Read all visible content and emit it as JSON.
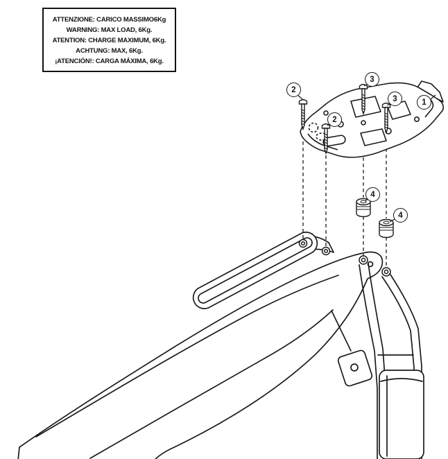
{
  "colors": {
    "ink": "#1a1a1a",
    "paper": "#ffffff"
  },
  "warning_box": {
    "lines": [
      "ATTENZIONE: CARICO MASSIMO6Kg",
      "WARNING: MAX LOAD, 6Kg.",
      "ATENTION: CHARGE MAXIMUM, 6Kg.",
      "ACHTUNG: MAX, 6Kg.",
      "¡ATENCIÓN!: CARGA MÁXIMA, 6Kg."
    ]
  },
  "diagram": {
    "callouts": [
      {
        "part": "screw-front-left",
        "label": "2"
      },
      {
        "part": "screw-rear-top",
        "label": "3"
      },
      {
        "part": "screw-rear-right",
        "label": "3"
      },
      {
        "part": "rack-plate",
        "label": "1"
      },
      {
        "part": "screw-front-right",
        "label": "2"
      },
      {
        "part": "spacer-front",
        "label": "4"
      },
      {
        "part": "spacer-rear",
        "label": "4"
      }
    ]
  }
}
